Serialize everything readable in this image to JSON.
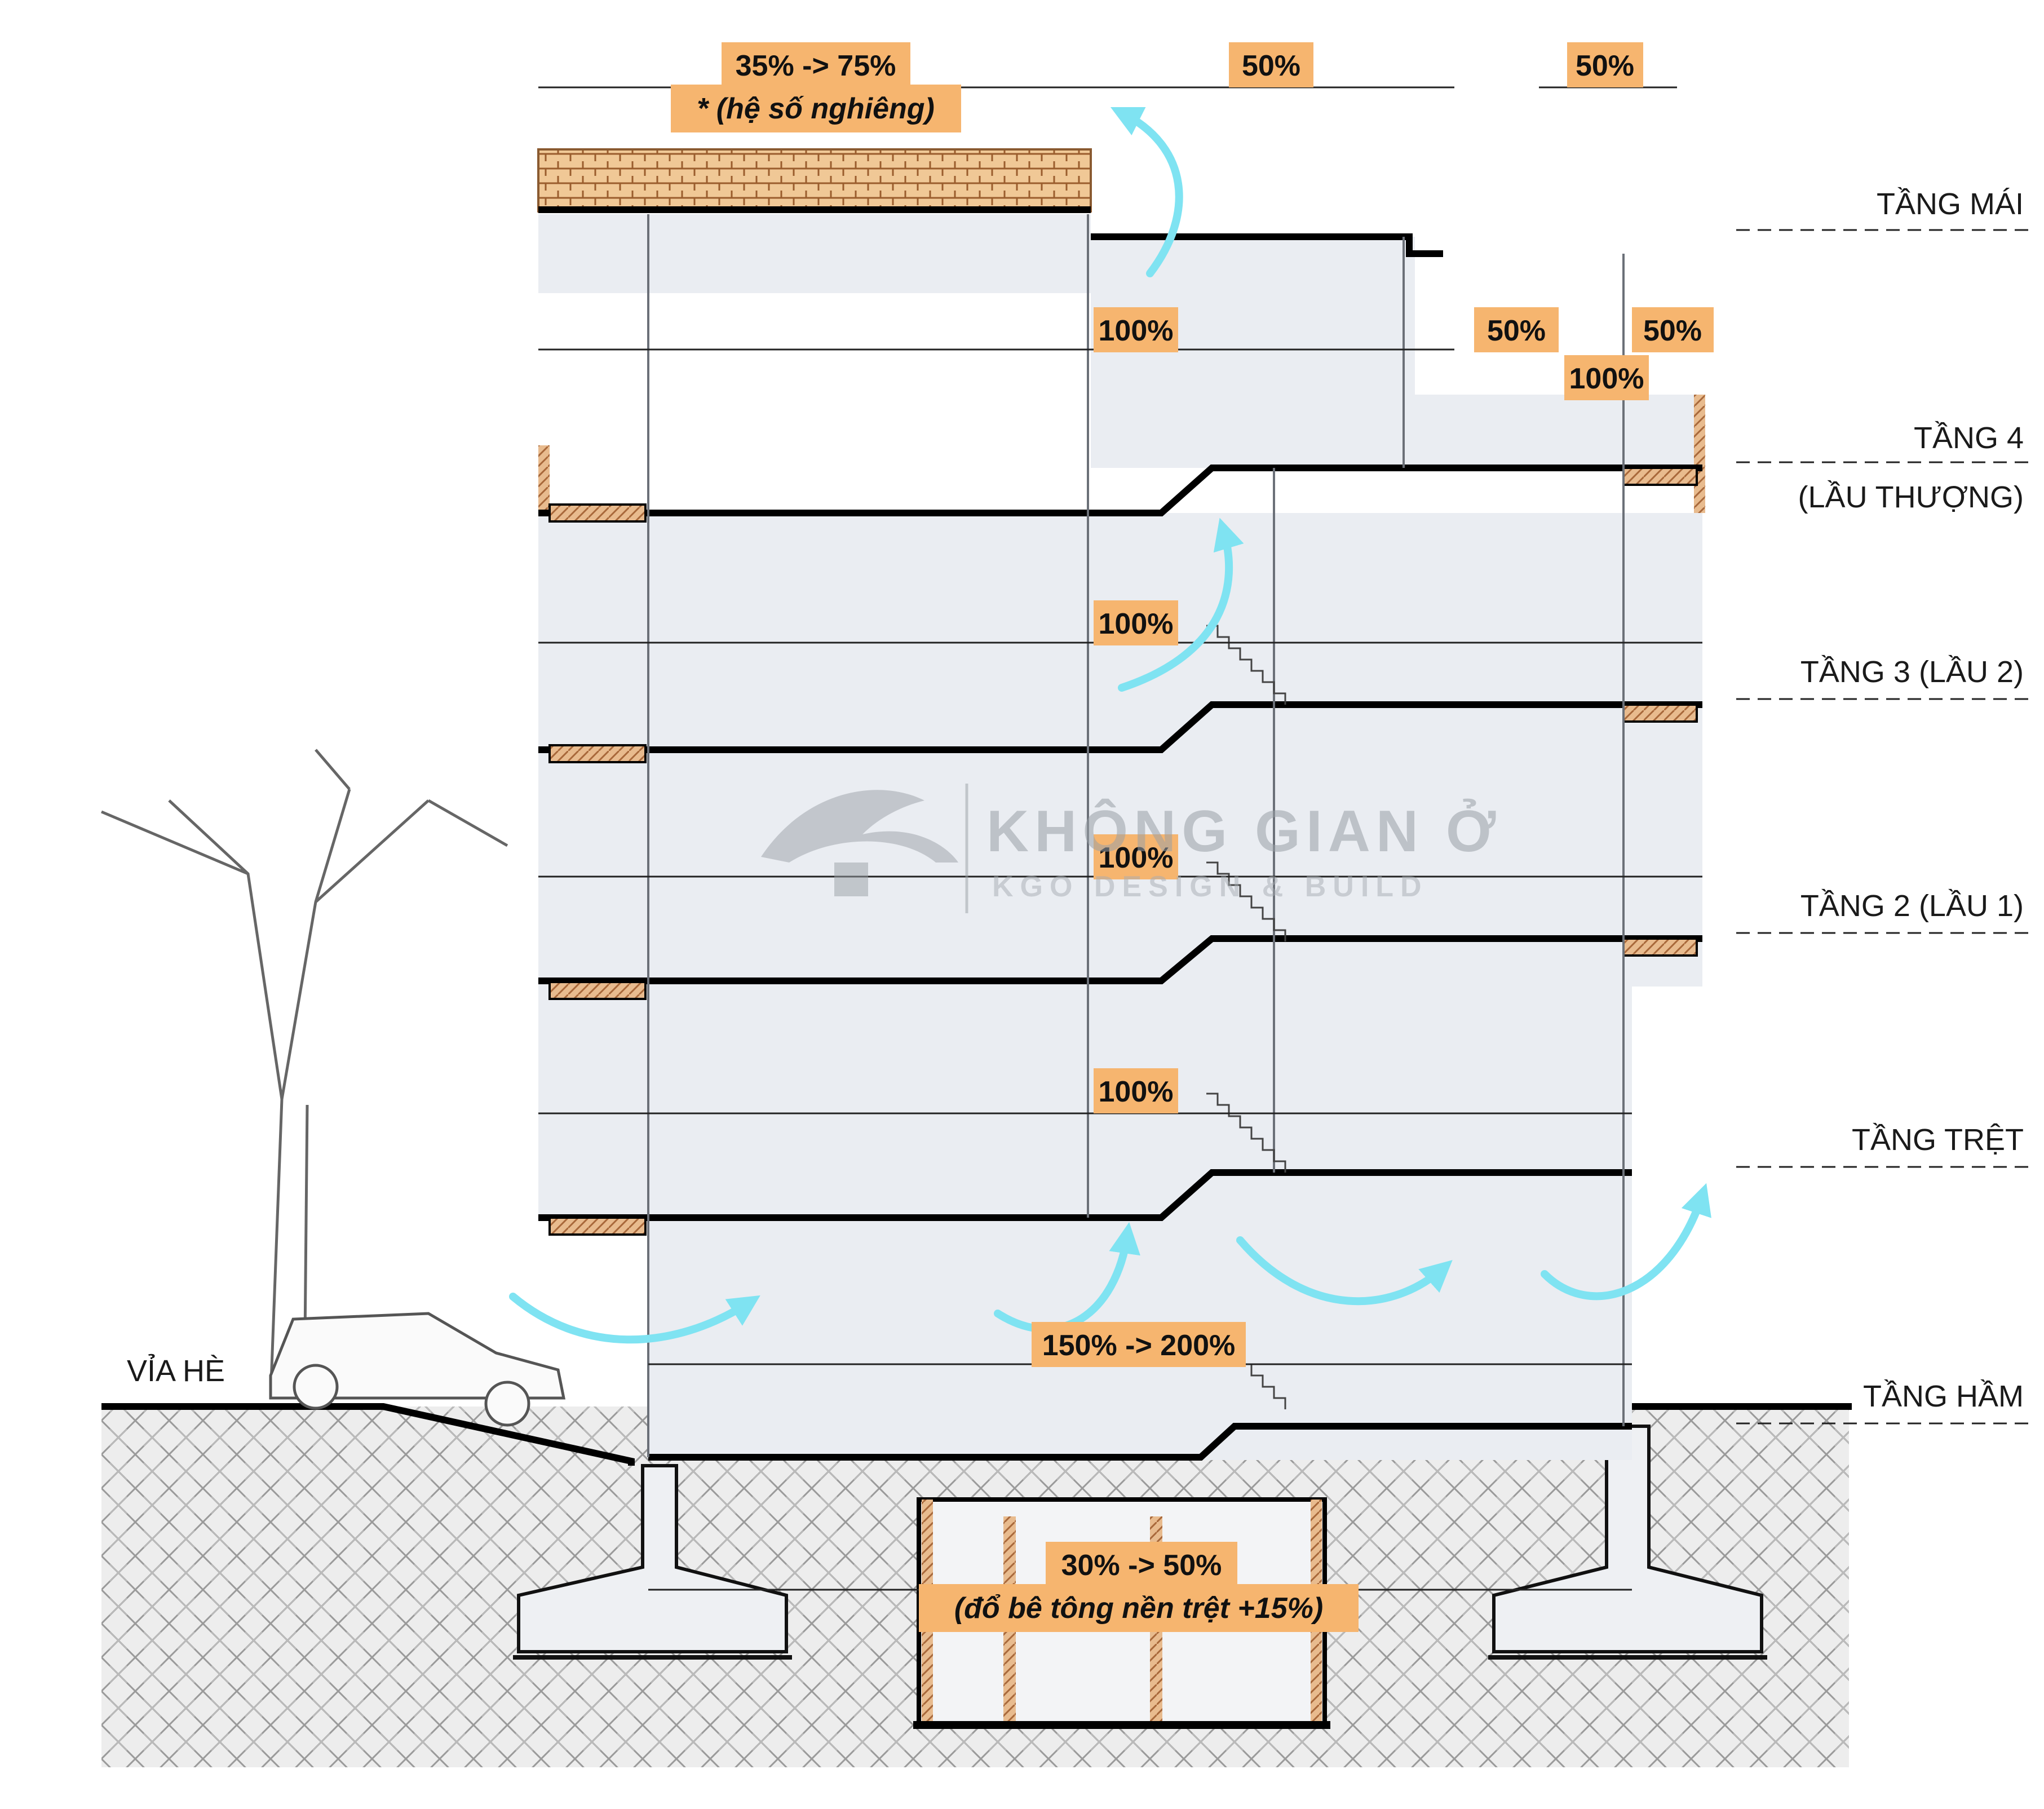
{
  "colors": {
    "floor_fill": "#eaedf2",
    "slab": "#0b0b0b",
    "label_box": "#f6b56f",
    "wood": "#e5b78a",
    "airflow": "#7fe3f2",
    "soil": "#d4d4d4"
  },
  "floors": {
    "roof": "TẦNG MÁI",
    "f4": "TẦNG 4",
    "f4_sub": "(LẦU THƯỢNG)",
    "f3": "TẦNG 3 (LẦU 2)",
    "f2": "TẦNG 2 (LẦU 1)",
    "ground": "TẦNG TRỆT",
    "basement": "TẦNG HẦM"
  },
  "sidewalk": "VỈA HÈ",
  "ratios": {
    "top_left": "35% -> 75%",
    "top_left_note": "* (hệ số nghiêng)",
    "top_mid": "50%",
    "top_right": "50%",
    "roof_100": "100%",
    "terrace_50a": "50%",
    "terrace_50b": "50%",
    "terrace_100": "100%",
    "f3_100": "100%",
    "f2_100": "100%",
    "ground_100": "100%",
    "basement": "150% -> 200%",
    "foundation": "30% -> 50%",
    "foundation_note": "(đổ bê tông nền trệt +15%)"
  },
  "watermark": {
    "title": "KHÔNG GIAN Ở",
    "subtitle": "KGO DESIGN & BUILD",
    "logo_icon": "house-roof-logo-icon"
  }
}
